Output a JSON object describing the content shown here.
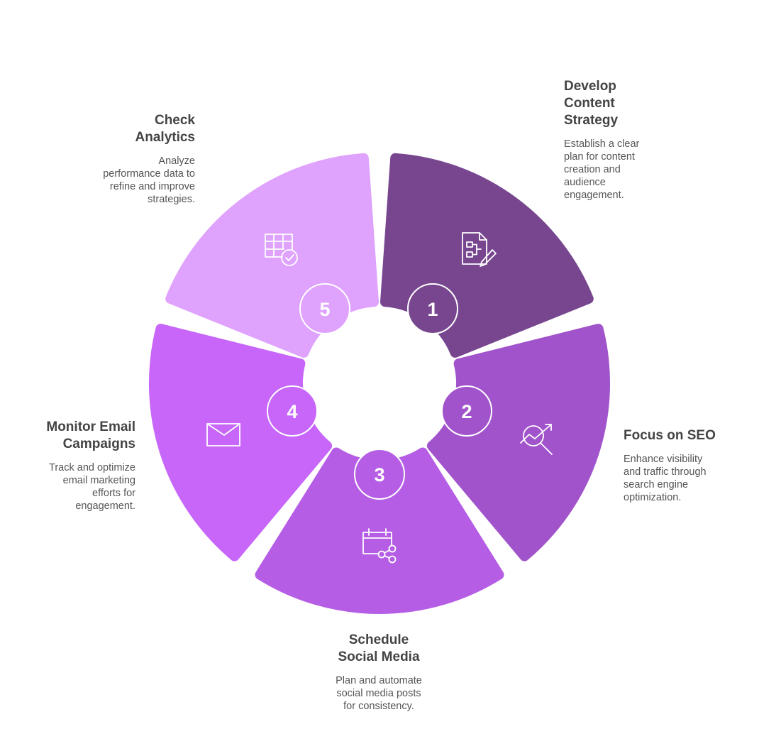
{
  "steps": [
    {
      "number": "1",
      "title": "Develop\nContent\nStrategy",
      "description": "Establish a clear\nplan for content\ncreation and\naudience\nengagement.",
      "icon": "document-edit-icon",
      "color": "#77468F"
    },
    {
      "number": "2",
      "title": "Focus on SEO",
      "description": "Enhance visibility\nand traffic through\nsearch engine\noptimization.",
      "icon": "search-trend-icon",
      "color": "#A153CB"
    },
    {
      "number": "3",
      "title": "Schedule\nSocial Media",
      "description": "Plan and automate\nsocial media posts\nfor consistency.",
      "icon": "calendar-share-icon",
      "color": "#B55DE4"
    },
    {
      "number": "4",
      "title": "Monitor Email\nCampaigns",
      "description": "Track and optimize\nemail marketing\nefforts for\nengagement.",
      "icon": "email-envelope-icon",
      "color": "#C766F8"
    },
    {
      "number": "5",
      "title": "Check\nAnalytics",
      "description": "Analyze\nperformance data to\nrefine and improve\nstrategies.",
      "icon": "table-check-icon",
      "color": "#DFA2FD"
    }
  ]
}
